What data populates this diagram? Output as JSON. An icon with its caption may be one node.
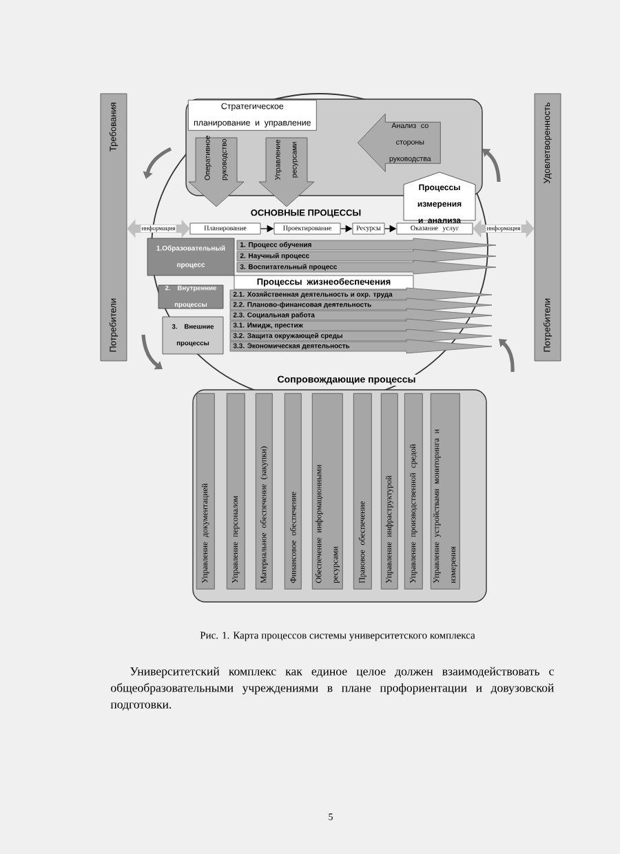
{
  "diagram": {
    "caption": "Рис. 1. Карта процессов системы университетского комплекса",
    "nodes": [
      {
        "text": [
          "Требования",
          "Потребители"
        ]
      },
      {
        "text": [],
        "shape": "box"
      },
      {
        "text": [
          "Стратегическое планирование и управление"
        ],
        "in": 1
      },
      {
        "text": [
          "Оперативное руководство"
        ]
      },
      {
        "text": [
          "Управление ресурсами"
        ]
      },
      {
        "text": [
          "Анализ со стороны руководства"
        ],
        "in": 1
      },
      {
        "text": [
          "Процессы измерения и анализа"
        ]
      },
      {
        "text": [
          "Планирование"
        ]
      },
      {
        "text": [
          "Проектирование"
        ]
      },
      {
        "text": [
          "Ресурсы"
        ]
      },
      {
        "text": [
          "Оказание услуг"
        ]
      },
      {
        "text": [
          "Удовлетворенность",
          "Потребители"
        ]
      },
      {
        "text": [
          "1.Образовательный процесс"
        ]
      },
      {
        "text": [
          "1. Процесс обучения"
        ]
      },
      {
        "text": [
          "2. Научный процесс"
        ]
      },
      {
        "text": [
          "3. Воспитательный процесс"
        ]
      },
      {
        "text": [
          "Процессы жизнеобеспечения"
        ]
      },
      {
        "text": [
          "2. Внутренние процессы"
        ]
      },
      {
        "text": [
          "2.1. Хозяйственная деятельность и охр. труда"
        ]
      },
      {
        "text": [
          "2.2. Планово-финансовая деятельность"
        ]
      },
      {
        "text": [
          "2.3. Социальная работа"
        ]
      },
      {
        "text": [
          "3. Внешние процессы"
        ]
      },
      {
        "text": [
          "3.1. Имидж, престиж"
        ]
      },
      {
        "text": [
          "3.2. Защита окружающей среды"
        ]
      },
      {
        "text": [
          "3.3. Экономическая деятельность"
        ]
      },
      {
        "text": [
          "Сопровождающие процессы"
        ]
      },
      {
        "text": [
          "Управление документацией"
        ],
        "in": 25
      },
      {
        "text": [
          "Управление персоналом"
        ],
        "in": 25
      },
      {
        "text": [
          "Материальное обеспечение (закупки)"
        ],
        "in": 25
      },
      {
        "text": [
          "Финансовое обеспечение"
        ],
        "in": 25
      },
      {
        "text": [
          "Обеспечение информационными ресурсами"
        ],
        "in": 25
      },
      {
        "text": [
          "Правовое обеспечение"
        ],
        "in": 25
      },
      {
        "text": [
          "Управление инфраструктурой"
        ],
        "in": 25
      },
      {
        "text": [
          "Управление производственной средой"
        ],
        "in": 25
      },
      {
        "text": [
          "Управление устройствами мониторинга и измерения"
        ],
        "in": 25
      }
    ],
    "edges": [
      {
        "from": 0,
        "to": 7,
        "arrow": "both",
        "label": "информация",
        "style": "thick",
        "color": "#bfbfbf"
      },
      {
        "from": 7,
        "to": 8,
        "arrow": "to"
      },
      {
        "from": 8,
        "to": 9,
        "arrow": "to"
      },
      {
        "from": 9,
        "to": 10,
        "arrow": "to"
      },
      {
        "from": 10,
        "to": 11,
        "arrow": "both",
        "label": "информация",
        "style": "thick",
        "color": "#bfbfbf"
      }
    ],
    "labels": [
      "ОСНОВНЫЕ ПРОЦЕССЫ",
      "Университетский комплекс как единое целое должен взаимодействовать с общеобразовательными учреждениями в плане профориентации и довузовской подготовки.",
      "5"
    ]
  }
}
